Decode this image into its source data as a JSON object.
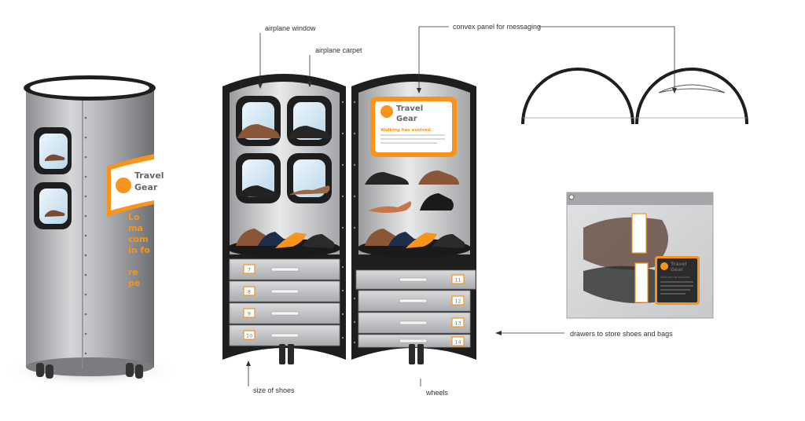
{
  "labels": {
    "airplane_window": "airplane window",
    "airplane_carpet": "airplane carpet",
    "convex_panel": "convex panel for messaging",
    "drawers": "drawers to store shoes and bags",
    "size_of_shoes": "size of shoes",
    "wheels": "wheels"
  },
  "brand": {
    "line1": "Travel",
    "line2": "Gear",
    "headline": "Walking has evolved.",
    "cylinder_text": [
      "Lo",
      "ma",
      "com",
      "in fo",
      "",
      "re",
      "pe"
    ]
  },
  "drawer_sizes_left": [
    "7",
    "8",
    "9",
    "10"
  ],
  "drawer_sizes_right": [
    "11",
    "12",
    "13",
    "14"
  ],
  "colors": {
    "accent": "#f7941d",
    "cabinet_dark": "#1e1e1e",
    "metal": "#c9cbcd",
    "outline": "#333333"
  }
}
